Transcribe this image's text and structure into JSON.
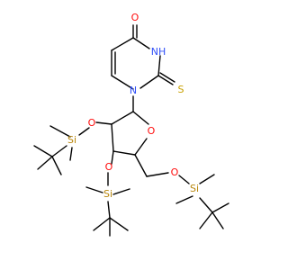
{
  "colors": {
    "O": "#ff0d0d",
    "N": "#3050f8",
    "S": "#c8a000",
    "Si": "#b8860b",
    "bond": "#000000"
  },
  "labels": {
    "O_carbonyl": "O",
    "NH": "NH",
    "S_thio": "S",
    "N1": "N",
    "O_ring": "O",
    "O2": "O",
    "O3": "O",
    "O5": "O",
    "Si_a": "Si",
    "Si_b": "Si",
    "Si_c": "Si"
  }
}
